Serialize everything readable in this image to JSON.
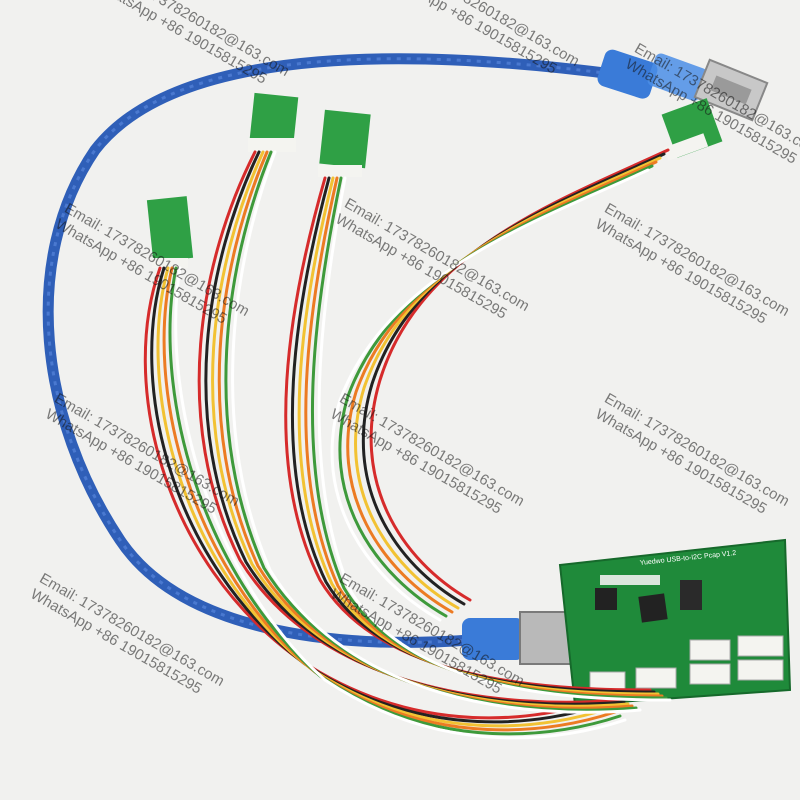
{
  "photo": {
    "subject": "usb-to-i2c-adapter-kit",
    "board_silkscreen": "Yuedwo USB-to-I2C Pcap V1.2",
    "colors": {
      "background": "#f1f1ef",
      "usb_cable": "#2f5fb8",
      "usb_plug": "#3a7bd8",
      "pcb": "#1f8a3a",
      "sensor_board": "#2fa045",
      "connector": "#f4f4f0"
    }
  },
  "watermark": {
    "email_line": "Email: 17378260182@163.com",
    "whatsapp_line": "WhatsApp +86 19015815295"
  }
}
